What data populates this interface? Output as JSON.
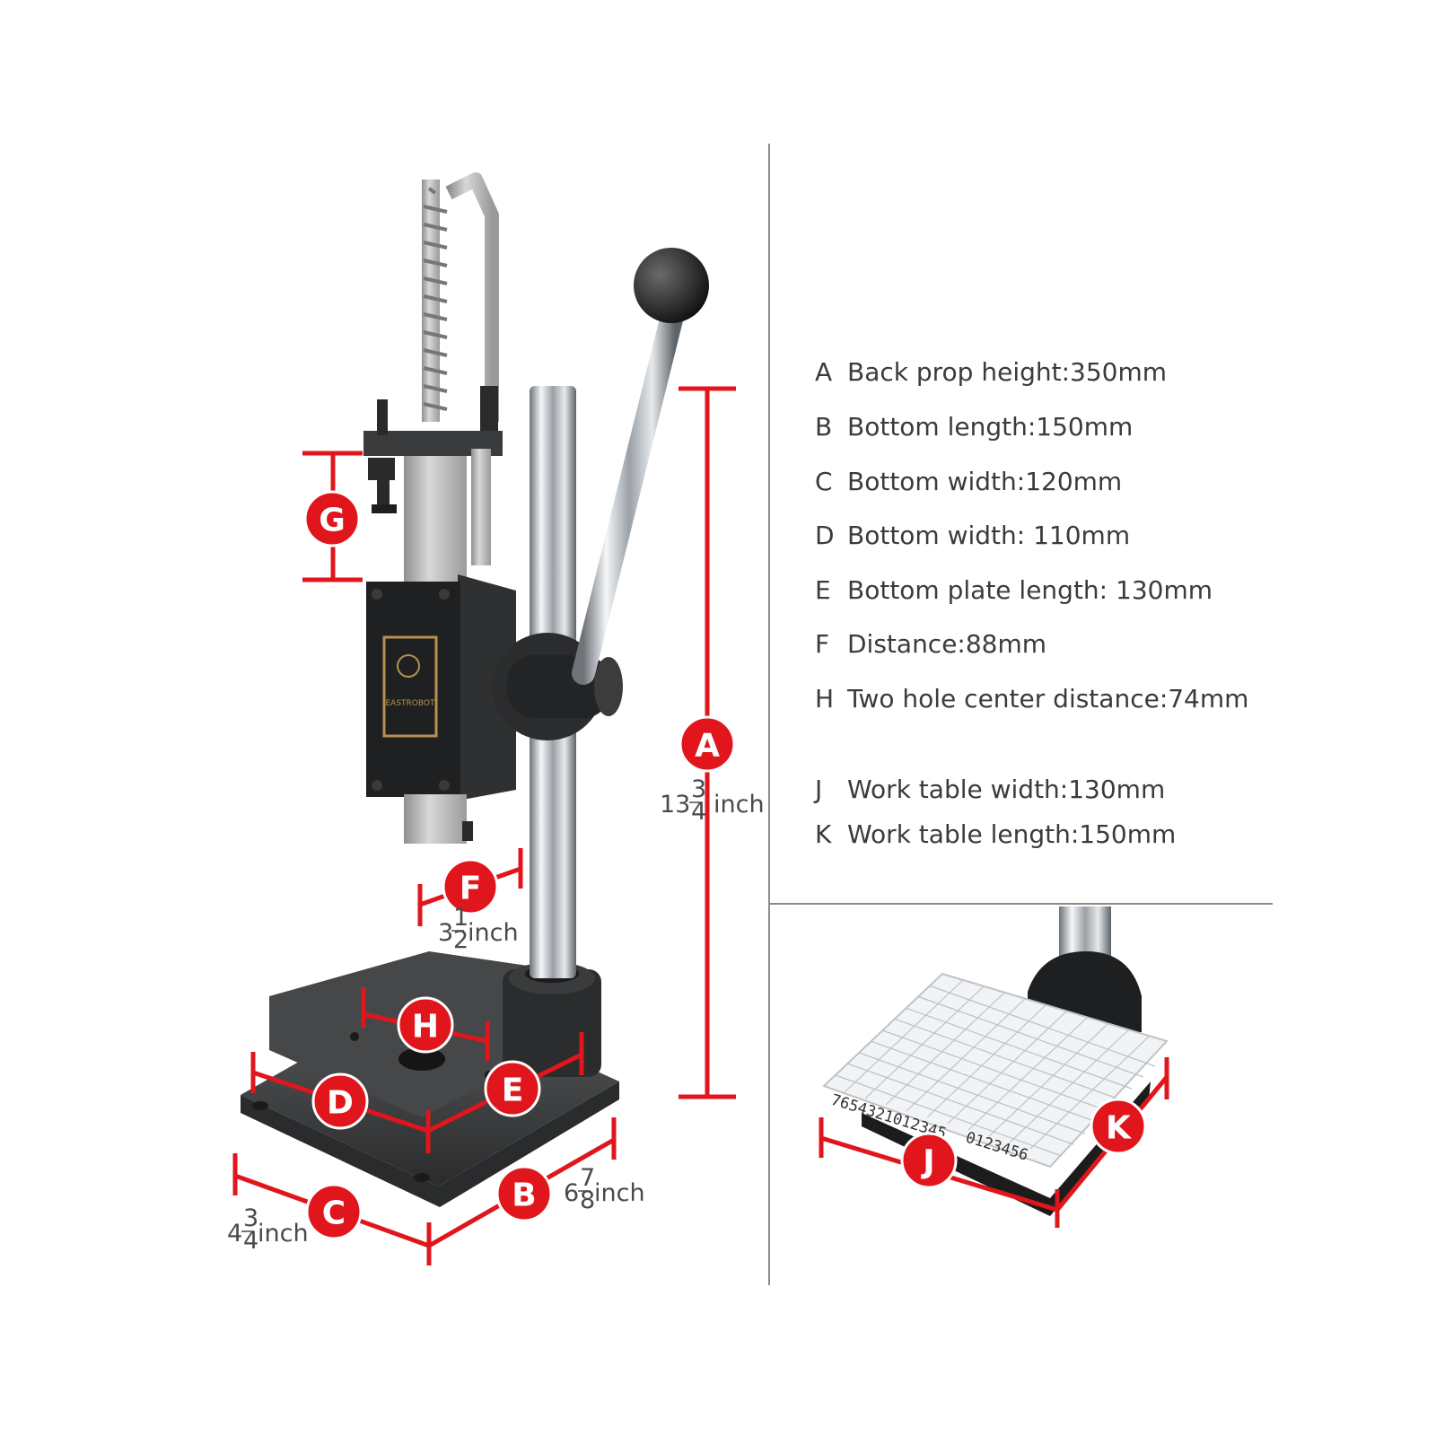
{
  "colors": {
    "accent": "#e0161c",
    "metal_dark": "#2c2c2c",
    "chrome": "#cfd3d6",
    "divider": "#8a8a8a"
  },
  "brand_label": "EASTROBOT",
  "specs": [
    {
      "letter": "A",
      "text": "Back prop height:350mm"
    },
    {
      "letter": "B",
      "text": "Bottom length:150mm"
    },
    {
      "letter": "C",
      "text": "Bottom width:120mm"
    },
    {
      "letter": "D",
      "text": "Bottom width: 110mm"
    },
    {
      "letter": "E",
      "text": "Bottom plate length: 130mm"
    },
    {
      "letter": "F",
      "text": "Distance:88mm"
    },
    {
      "letter": "H",
      "text": "Two hole center distance:74mm"
    },
    {
      "letter": "J",
      "text": "Work table width:130mm"
    },
    {
      "letter": "K",
      "text": "Work table length:150mm"
    }
  ],
  "badges": {
    "a": "A",
    "b": "B",
    "c": "C",
    "d": "D",
    "e": "E",
    "f": "F",
    "g": "G",
    "h": "H",
    "j": "J",
    "k": "K"
  },
  "measurements": {
    "a": {
      "whole": "13",
      "num": "3",
      "den": "4",
      "unit": "inch"
    },
    "b": {
      "whole": "6",
      "num": "7",
      "den": "8",
      "unit": "inch"
    },
    "c": {
      "whole": "4",
      "num": "3",
      "den": "4",
      "unit": "inch"
    },
    "f": {
      "whole": "3",
      "num": "1",
      "den": "2",
      "unit": "inch"
    }
  },
  "ruler_digits_top": "7654321012345",
  "ruler_digits_bottom": "0123456"
}
